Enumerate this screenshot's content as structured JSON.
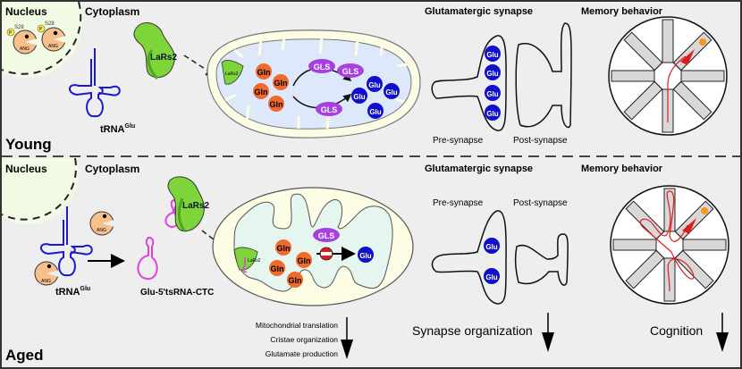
{
  "figure": {
    "colors": {
      "panel_bg": "#eeeeee",
      "nucleus_fill": "#f1fbe3",
      "trna": "#1a1acc",
      "lars2": "#7dd53a",
      "lars2_dark": "#4fa51e",
      "gln": "#f06a2e",
      "gls": "#a640e0",
      "glu": "#1010cc",
      "ang": "#f7bf8c",
      "tsrna": "#e040e0",
      "mito_outer": "#fdfce4",
      "mito_inner_young": "#dde9fa",
      "mito_inner_aged": "#e4f6ee",
      "path_red": "#e11b1b",
      "food": "#f39a1e"
    }
  },
  "young": {
    "label": "Young",
    "nucleus": "Nucleus",
    "cytoplasm": "Cytoplasm",
    "phospho_site": "S28",
    "phospho_mark": "P",
    "ang": "ANG",
    "lars2": "LaRs2",
    "lars2_small": "LaRs2",
    "trna_base": "tRNA",
    "trna_sup": "Glu",
    "gln": "Gln",
    "gls": "GLS",
    "glu": "Glu",
    "synapse_title": "Glutamatergic synapse",
    "pre": "Pre-synapse",
    "post": "Post-synapse",
    "memory_title": "Memory behavior"
  },
  "aged": {
    "label": "Aged",
    "nucleus": "Nucleus",
    "cytoplasm": "Cytoplasm",
    "ang": "ANG",
    "lars2": "LaRs2",
    "lars2_small": "LaRs2",
    "trna_base": "tRNA",
    "trna_sup": "Glu",
    "tsrna": "Glu-5'tsRNA-CTC",
    "gln": "Gln",
    "gls": "GLS",
    "glu": "Glu",
    "synapse_title": "Glutamatergic synapse",
    "pre": "Pre-synapse",
    "post": "Post-synapse",
    "memory_title": "Memory behavior",
    "effects_mito": [
      "Mitochondrial translation",
      "Cristae organization",
      "Glutamate production"
    ],
    "effect_synapse": "Synapse organization",
    "effect_cognition": "Cognition"
  }
}
